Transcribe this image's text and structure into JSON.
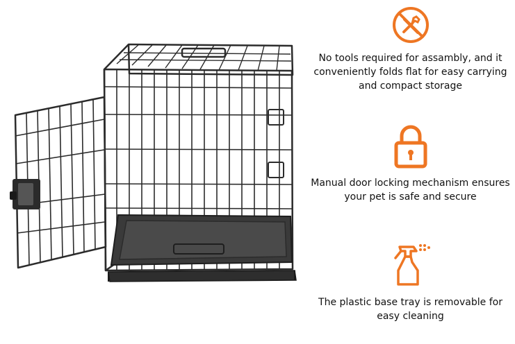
{
  "accent_color": "#ee7623",
  "product": {
    "image": "wire-dog-crate-open-door"
  },
  "features": [
    {
      "icon": "no-tools-icon",
      "text": "No tools required for assambly, and it conveniently folds flat for easy carrying and compact storage"
    },
    {
      "icon": "padlock-icon",
      "text": "Manual door locking mechanism ensures your pet is safe and secure"
    },
    {
      "icon": "spray-bottle-icon",
      "text": "The plastic base tray is removable for easy cleaning"
    }
  ]
}
